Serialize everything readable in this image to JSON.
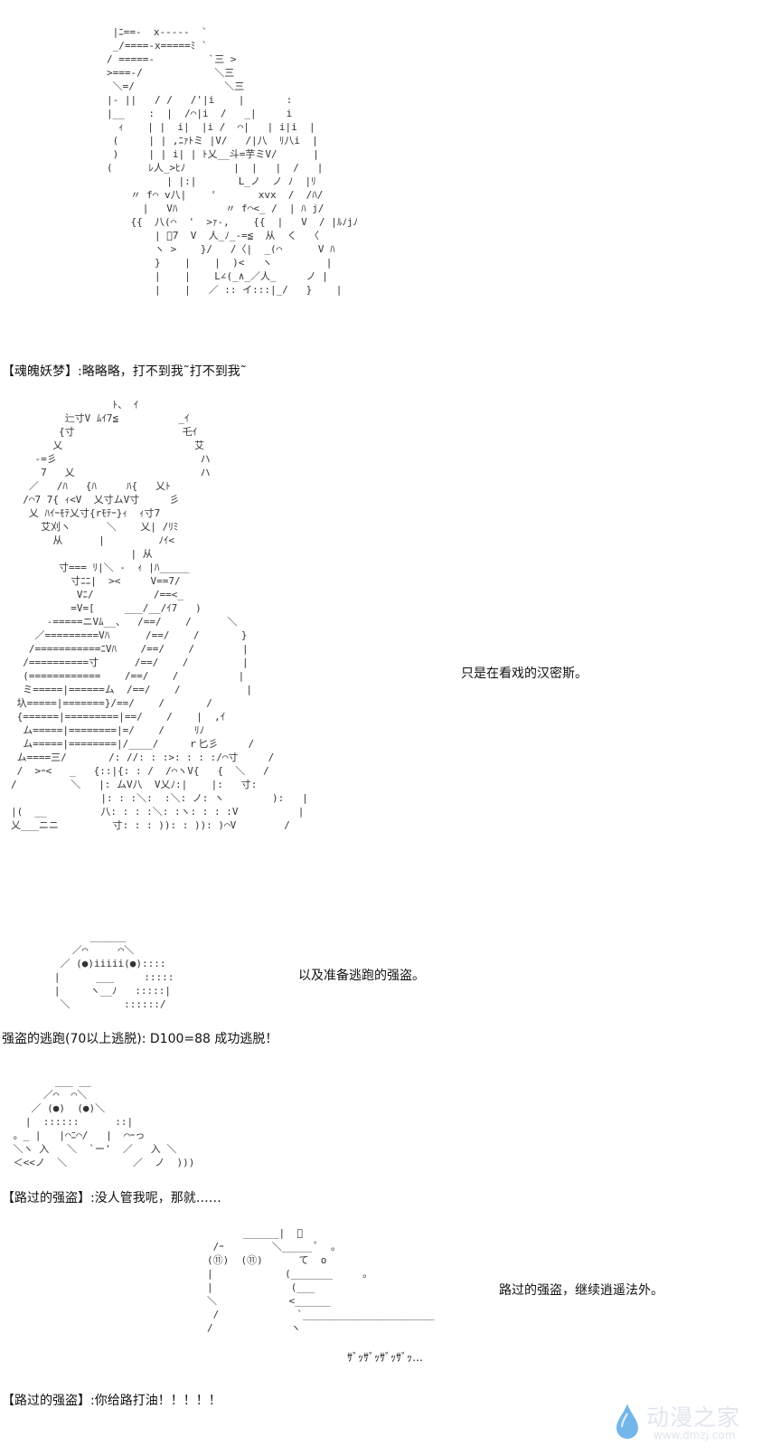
{
  "art": {
    "youmu": " |ﾆ==-  x-----  `\n _/====-x=====ﾐ `\n/ =====-         `三 >\n>===-/            ＼三\n ＼=/               ＼三\n|- ||   / /   /'|i    |       :\n|__    :  |  /⌒|i  /   _|     i\n  ｨ    | |  i|  |i /  ⌒|   | i|i  |\n (     | | ,ﾆｧﾄミ |V/   /|八  ﾘ八i  |\n )     | | i| | ﾄ乂__斗=芋ミV/      |\n(      ﾚ人_>ﾋﾉ        |  |   |  /   |\n          | |:|       L_ノ  ノ ﾉ  |ﾘ\n    〃 f⌒ v八|    '       xvx  /  /ﾊ/\n      |   Vﾊ        〃 f⌒<_ /  | ﾊ j/\n    {{  八(⌒  '  >ｧ-,    {{  |   V  / |ﾙﾉjﾉ\n        | ﾞ7  V  人_ﾉ_-=≦  从  く  〈\n        ヽ >    }/   /〈|  _(⌒      V ﾊ\n        }    |    |  )<   ヽ         |\n        |    |    L∠(_∧_／人_     ノ |\n        |    |   ／ :: イ:::|_/   }    |",
    "hermes": "                 ﾄ、 ｲ\n         辷寸V ﾑｲ7≦          _ｲ\n        {寸                  乇ｲ\n       乂                      艾\n    -=彡                        ハ\n     7   乂                     ハ\n   ／   /ﾊ   {ﾊ     ﾊ{   乂ﾄ\n  /⌒7 7{ ｨ<V  乂寸ムV寸     彡\n   乂 ﾊｲｰﾓﾃ乂寸{rﾓﾃｰ}ｨ  ｨ寸7\n     艾刈ヽ      ＼    乂| /ﾘﾐ\n       从      |         ﾉｲ<\n                    | 从\n        寸=== ﾘ|＼ -  ｨ |ﾊ_____\n          寸ﾆﾆ|  ><     V==7/\n           Vﾆ/          /==<_\n          =V=[     ___/__/ｲ7   )\n      -=====ニVﾑ__、  /==/    /      ＼\n    ／=========Vﾊ      /==/    /       }\n   /===========ﾆVﾊ    /==/    /        |\n  /==========寸      /==/    /         |\n  (============    /==/    /          |\n  ミ=====|======ム  /==/    /           |\n 圦=====|=======}/==/    /       /\n {======|=========|==/    /    |  ,ｲ\n  ム=====|========|=/    /     ﾘﾉ\n  ム=====|========|/____/     ｒ匕彡     /\n ム====三/       /: //: : :>: : : :/⌒寸     /\n /  >ｰ<   _   {::|{: : /  /⌒ヽV{   {  ＼   /\n/         ＼   |: ムV八  V乂ﾉ:|    |:   寸:\n               |: : :＼:  :＼: ノ: ヽ        ):   |\n|(  __         八: : : :＼: :ヽ: : : :V          |\n乂___ニニ         寸: : : )): : )): )⌒V        /",
    "thief1": "         ______\n      ／⌒     ⌒＼\n    ／ (●)iiiii(●)::::\n   |      ___     :::::\n   |     ヽ__ﾉ   :::::|\n    ＼         ::::::/",
    "thief2": "        ___ __\n      ／⌒  ⌒＼\n    ／ (●)  (●)＼\n   |  ::::::      ::|\n 。_ |   |⌒ﾆ⌒/   |  ⌒ｰっ\n ＼ヽ 入   ＼  `ー'  ／   入 ＼\n ＜<<ノ  ＼           ／  ノ  )))",
    "thief3": "              ______|  ﾟ\n         /ｰ        ＼_____ ﾟ  。\n        (⑪)  (⑪)      て  o\n        |            (_______     。\n        |             (___\n        ＼            <______\n         /             `______________________\n        /             ヽ"
  },
  "text": {
    "line1": "【魂魄妖梦】:略略略，打不到我˜打不到我˜",
    "line2": "只是在看戏的汉密斯。",
    "line3": "以及准备逃跑的强盗。",
    "line4": "强盗的逃跑(70以上逃脱): D100=88      成功逃脱！",
    "line5": "【路过的强盗】:没人管我呢，那就……",
    "line6": "路过的强盗，继续逍遥法外。",
    "line7": "ｻﾞｯｻﾞｯｻﾞｯｻﾞｯ…",
    "line8": "【路过的强盗】:你给路打油！！！！！"
  },
  "watermark": {
    "name": "动漫之家",
    "url": "www.dmzj.com",
    "icon": "water-drop-logo",
    "color": "#5aa9e6"
  }
}
